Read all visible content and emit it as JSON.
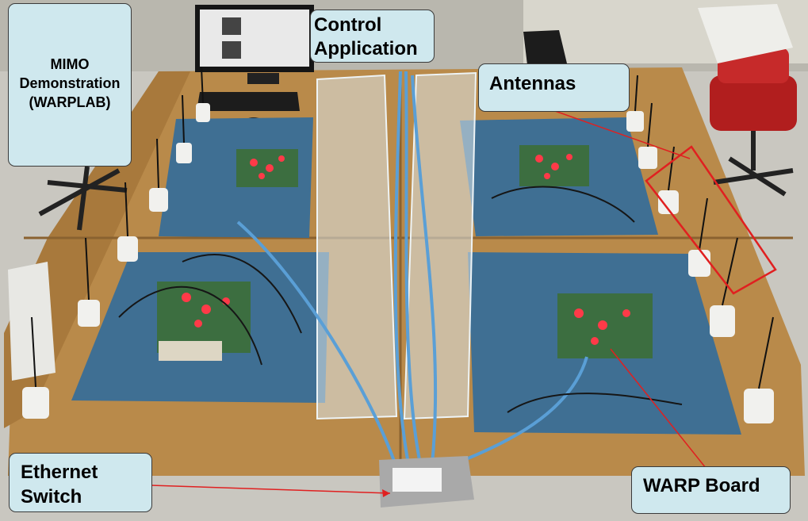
{
  "callouts": {
    "mimo": "MIMO\nDemonstration\n(WARPLAB)",
    "control": "Control\nApplication",
    "antennas": "Antennas",
    "ethernet": "Ethernet\nSwitch",
    "warp": "WARP Board"
  },
  "colors": {
    "callout_fill": "#cfe8ee",
    "annotation_red": "#e02020",
    "mat_blue": "#3f6f93",
    "table_wood": "#b98a4a",
    "cable_blue": "#5a9fd6"
  },
  "icons": [
    "warp-board-icon",
    "antenna-icon",
    "ethernet-switch-icon",
    "monitor-icon",
    "keyboard-icon",
    "office-chair-icon"
  ]
}
